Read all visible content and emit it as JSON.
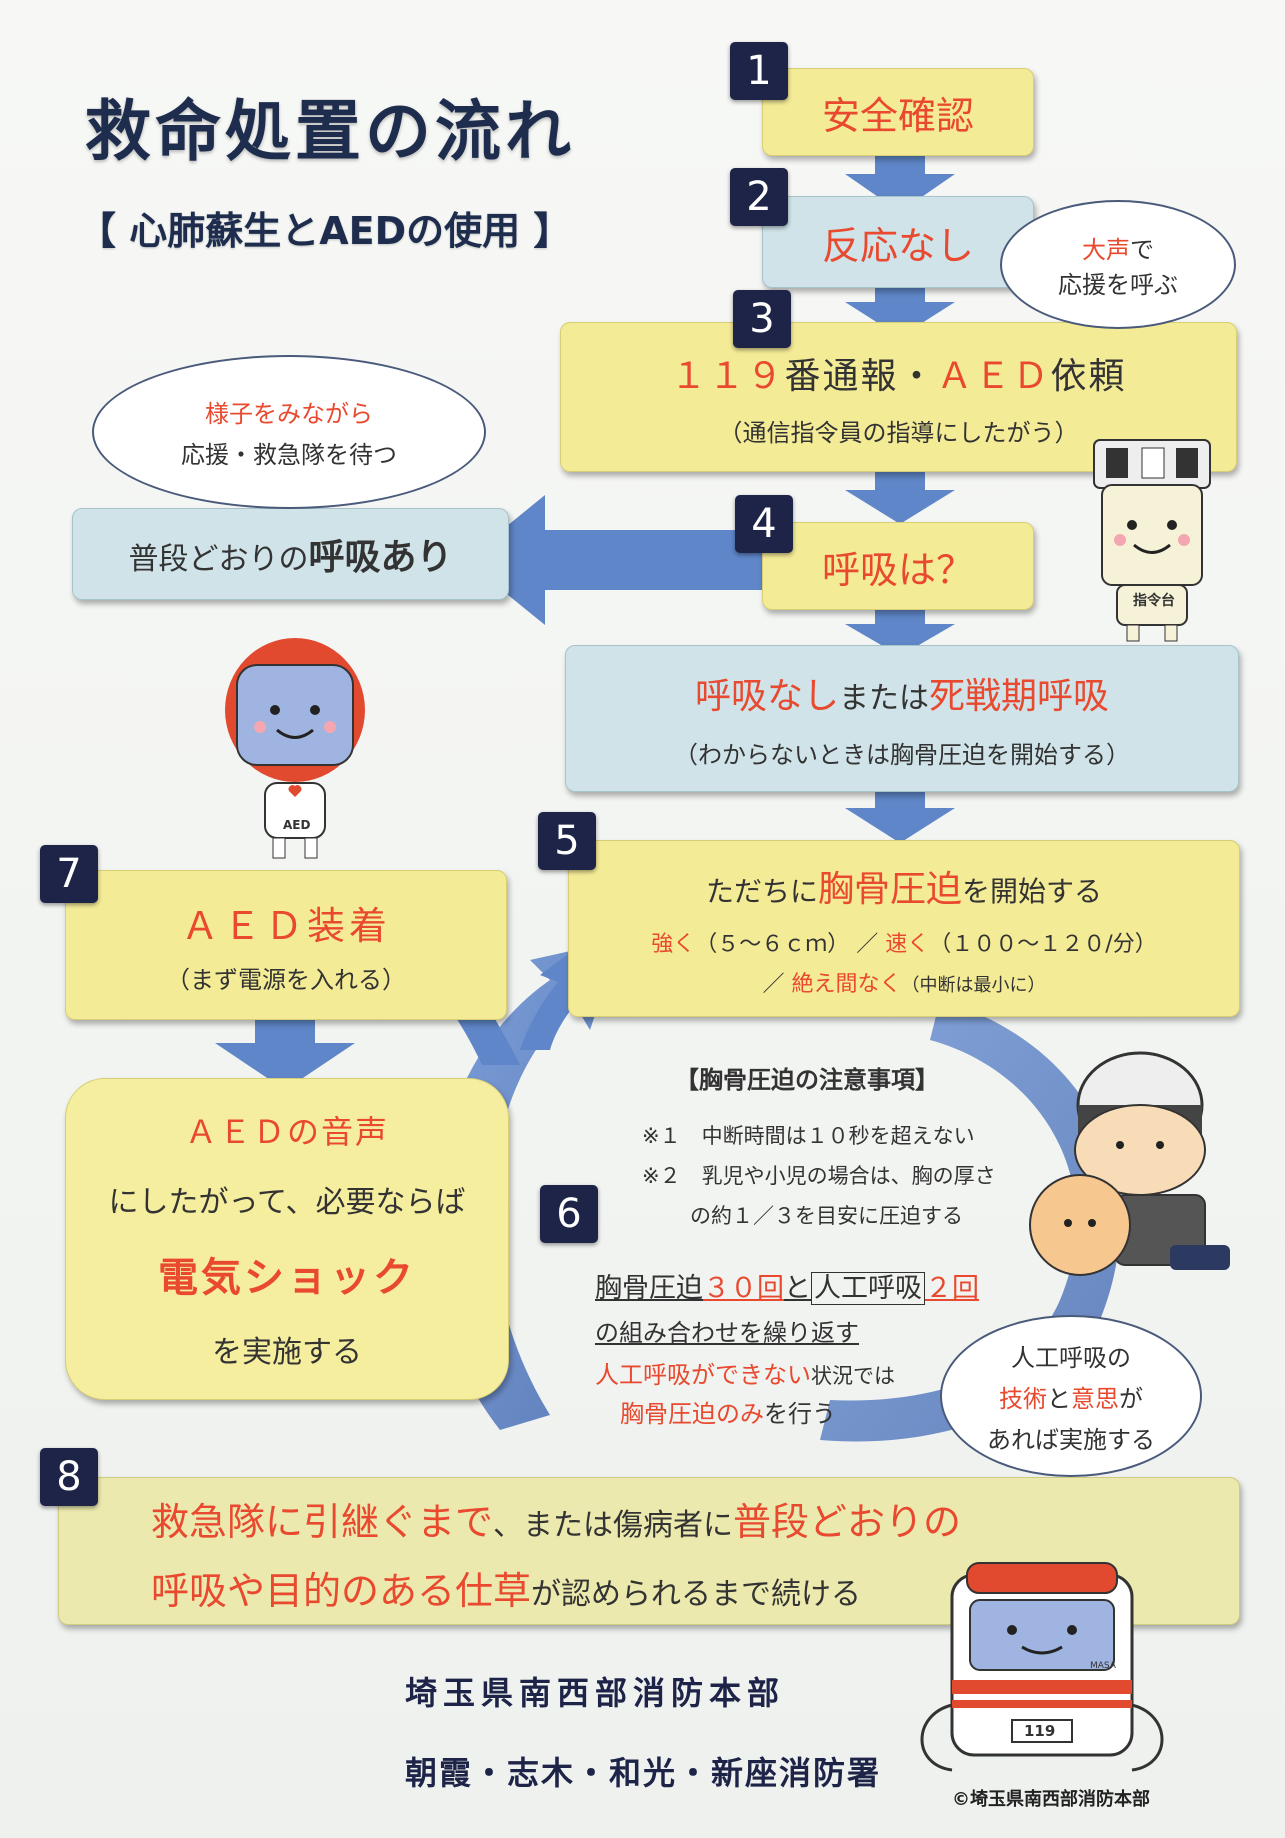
{
  "title": "救命処置の流れ",
  "subtitle": "【 心肺蘇生とAEDの使用 】",
  "steps": {
    "s1": {
      "num": "1",
      "label": "安全確認"
    },
    "s2": {
      "num": "2",
      "label": "反応なし"
    },
    "s3": {
      "num": "3",
      "label_red": "１１９",
      "label_mid": "番通報・",
      "label_red2": "ＡＥＤ",
      "label_end": "依頼",
      "sub": "（通信指令員の指導にしたがう）"
    },
    "s4": {
      "num": "4",
      "label": "呼吸は？"
    },
    "no_breath": {
      "red1": "呼吸なし",
      "mid": "または",
      "red2": "死戦期呼吸",
      "sub": "（わからないときは胸骨圧迫を開始する）"
    },
    "normal_breath": {
      "plain": "普段どおりの",
      "bold": "呼吸あり"
    },
    "s5": {
      "num": "5",
      "pre": "ただちに",
      "red": "胸骨圧迫",
      "post": "を開始する",
      "line2_red1": "強く",
      "line2_a": "（５～６ｃｍ） ／ ",
      "line2_red2": "速く",
      "line2_b": "（１００～１２０/分）",
      "line3_a": "／ ",
      "line3_red": "絶え間なく",
      "line3_b": "（中断は最小に）"
    },
    "s6": {
      "num": "6",
      "notes_title": "【胸骨圧迫の注意事項】",
      "note1": "※１　中断時間は１０秒を超えない",
      "note2": "※２　乳児や小児の場合は、胸の厚さ",
      "note2b": "の約１／３を目安に圧迫する",
      "c1": "胸骨圧迫",
      "c2": "３０回",
      "c3": "と",
      "c4": "人工呼吸",
      "c5": "２回",
      "c6": "の組み合わせを繰り返す",
      "c7_red": "人工呼吸ができない",
      "c7": "状況では",
      "c8_red": "胸骨圧迫のみ",
      "c8": "を行う"
    },
    "s7": {
      "num": "7",
      "label": "ＡＥＤ装着",
      "sub": "（まず電源を入れる）"
    },
    "aed_voice": {
      "l1": "ＡＥＤの音声",
      "l2": "にしたがって、必要ならば",
      "l3": "電気ショック",
      "l4": "を実施する"
    },
    "s8": {
      "num": "8",
      "l1_red": "救急隊に引継ぐまで",
      "l1_mid": "、または傷病者に",
      "l1_red2": "普段どおりの",
      "l2_red": "呼吸や目的のある仕草",
      "l2": "が認められるまで続ける"
    }
  },
  "bubbles": {
    "b1": {
      "red": "大声",
      "l1": "で",
      "l2": "応援を呼ぶ"
    },
    "b2": {
      "red": "様子をみながら",
      "l2": "応援・救急隊を待つ"
    },
    "b3": {
      "l1": "人工呼吸の",
      "red1": "技術",
      "mid": "と",
      "red2": "意思",
      "end": "が",
      "l3": "あれば実施する"
    }
  },
  "characters": {
    "dispatcher_label": "指令台",
    "aed_label": "AED",
    "truck_plate": "119",
    "truck_sign": "MASA"
  },
  "footer": {
    "line1": "埼玉県南西部消防本部",
    "line2": "朝霞・志木・和光・新座消防署",
    "copyright": "©埼玉県南西部消防本部"
  },
  "colors": {
    "accent_red": "#e8492f",
    "badge_navy": "#1e2448",
    "arrow_blue": "#5f86c8",
    "box_yellow": "#f4eb96",
    "box_blue": "#cfe3e8"
  }
}
